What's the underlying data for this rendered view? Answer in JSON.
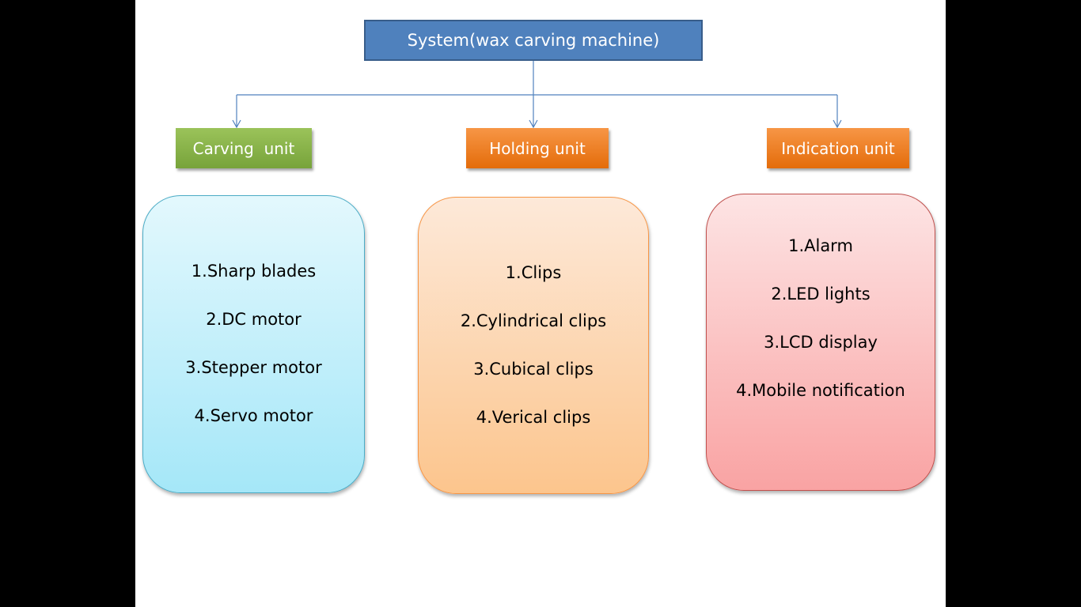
{
  "diagram": {
    "root": {
      "label": "System(wax carving machine)"
    },
    "units": [
      {
        "label": "Carving  unit",
        "items": [
          "1.Sharp blades",
          "2.DC motor",
          "3.Stepper motor",
          "4.Servo motor"
        ]
      },
      {
        "label": "Holding unit",
        "items": [
          "1.Clips",
          "2.Cylindrical clips",
          "3.Cubical clips",
          "4.Verical clips"
        ]
      },
      {
        "label": "Indication unit",
        "items": [
          "1.Alarm",
          "2.LED lights",
          "3.LCD display",
          "4.Mobile notification"
        ]
      }
    ],
    "colors": {
      "root_fill": "#4f81bd",
      "carving_unit_fill": "#9bbb59",
      "holding_unit_fill": "#f79646",
      "indication_unit_fill": "#f79646",
      "carving_list_fill": "#b7eefb",
      "holding_list_fill": "#fdd0a6",
      "indication_list_fill": "#fbbcbc",
      "connector": "#4f81bd"
    }
  }
}
